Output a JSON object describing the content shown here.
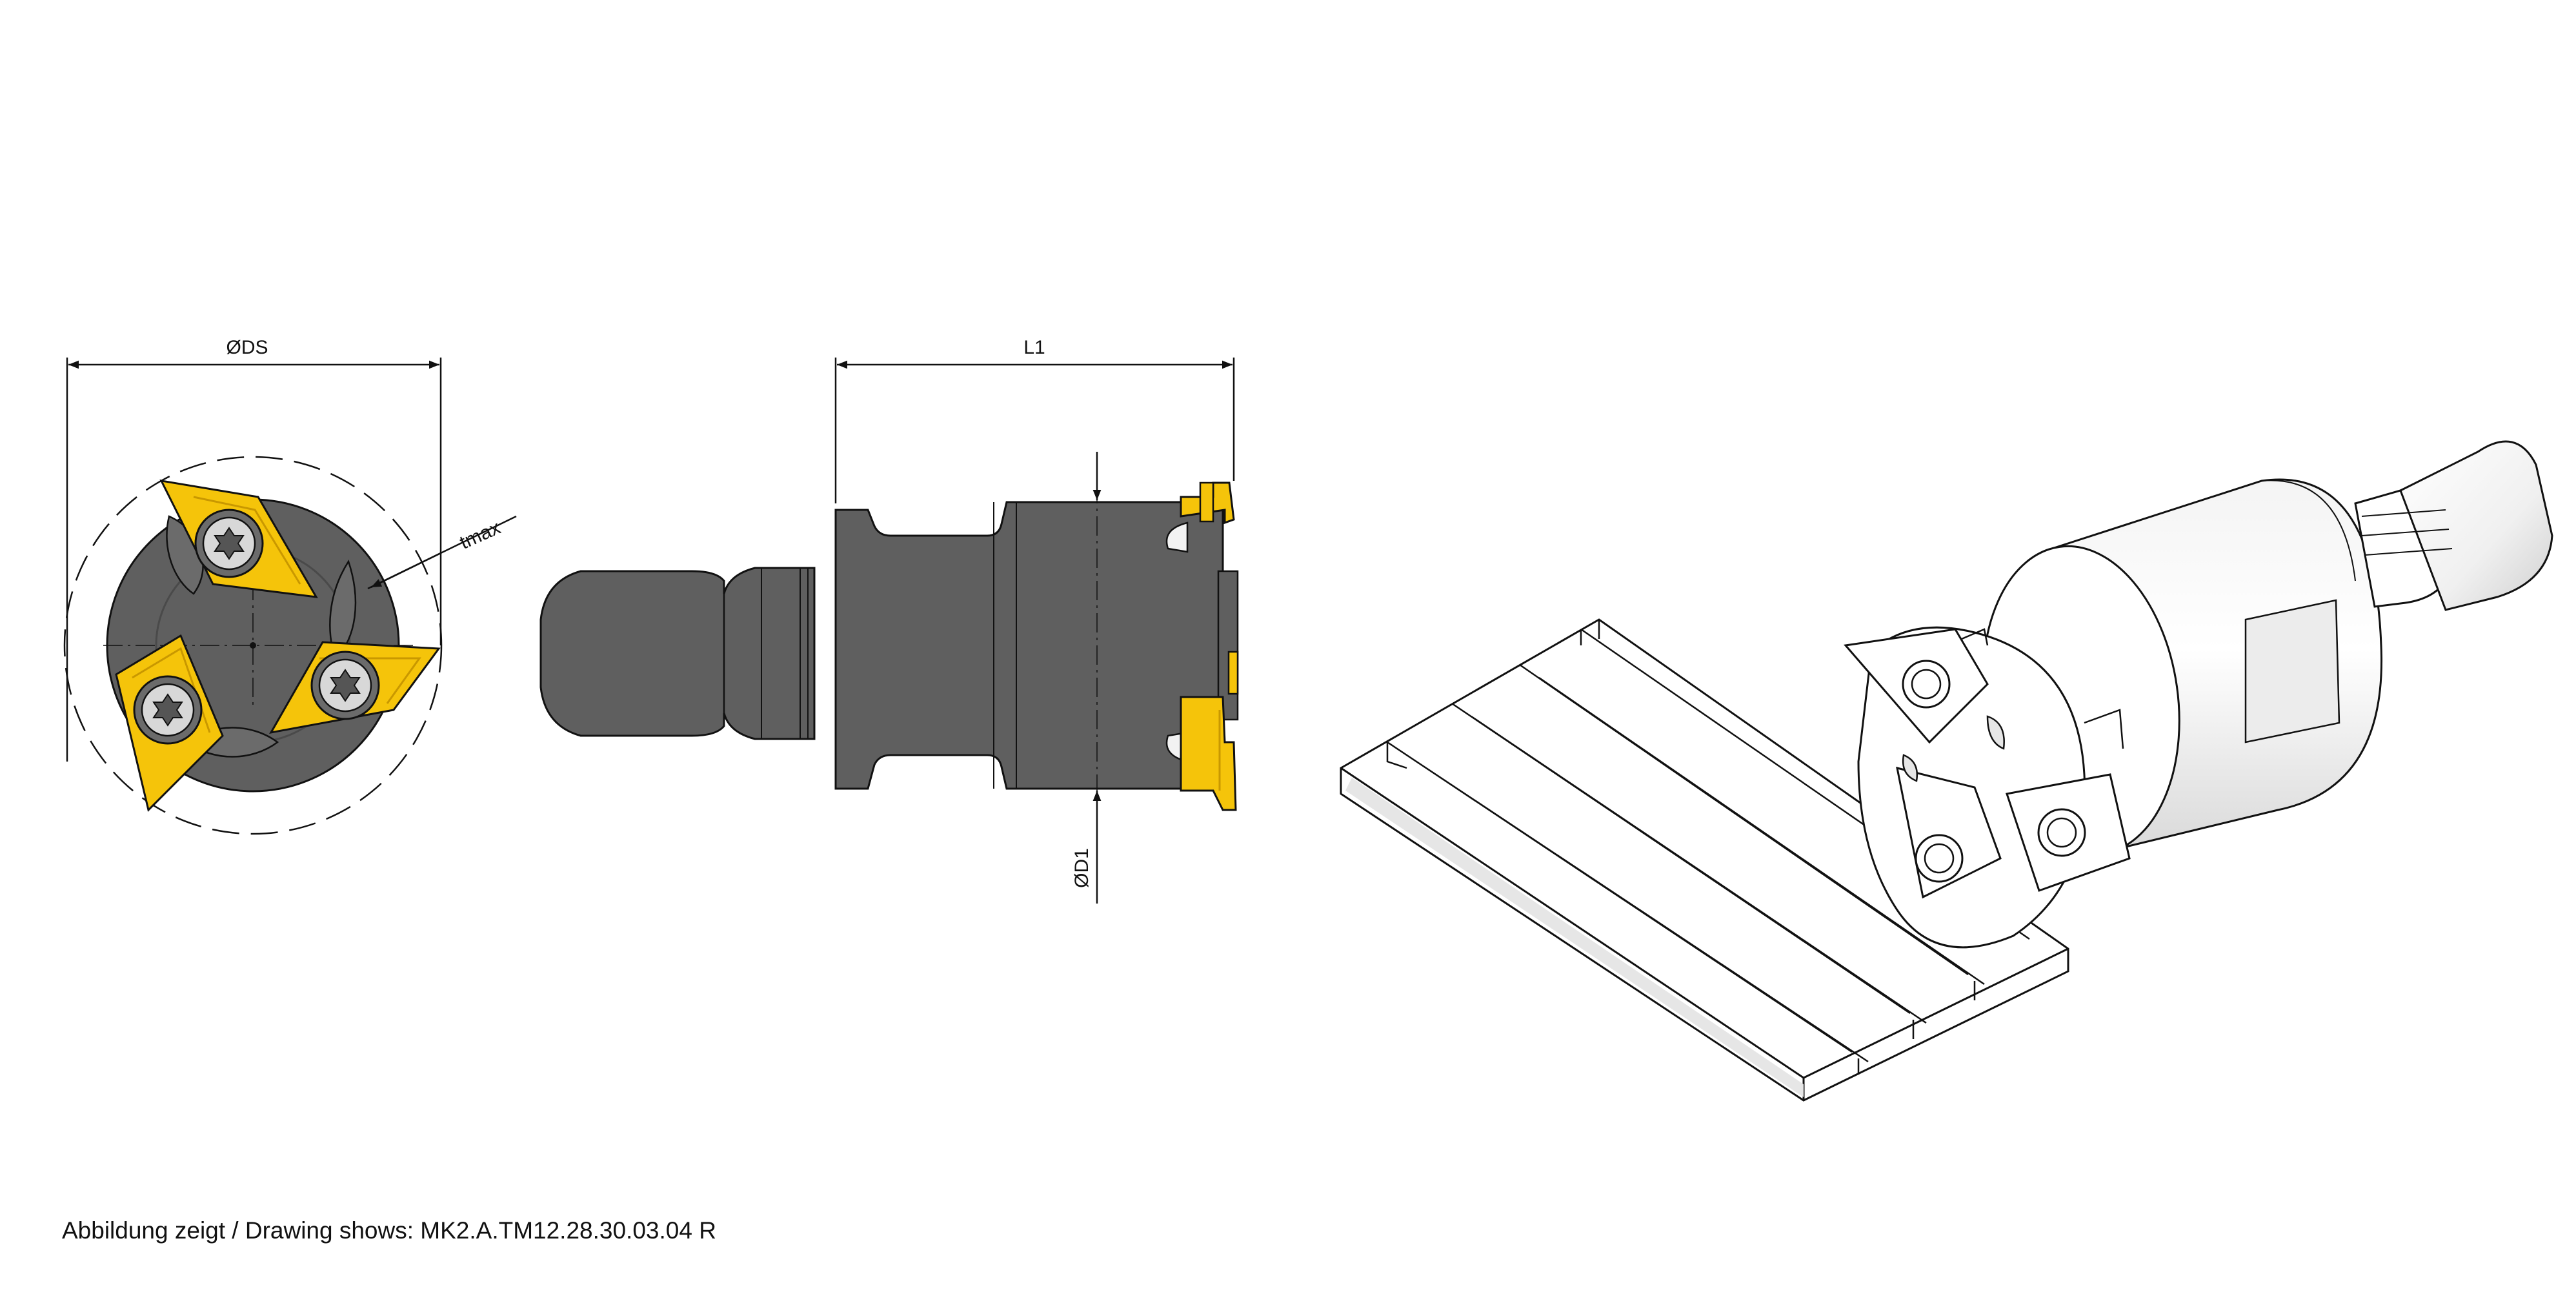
{
  "dimensions": {
    "ds_label": "ØDS",
    "tmax_label": "tmax",
    "l1_label": "L1",
    "d1_label": "ØD1"
  },
  "caption": "Abbildung zeigt / Drawing shows: MK2.A.TM12.28.30.03.04 R",
  "colors": {
    "body": "#5f5f5f",
    "body_dark": "#4a4a4a",
    "insert": "#f5c40a",
    "insert_dark": "#c99800",
    "line": "#111111",
    "iso_fill": "#ffffff",
    "iso_shade": "#e6e6e6"
  },
  "views": [
    {
      "name": "front-view"
    },
    {
      "name": "side-view"
    },
    {
      "name": "isometric-view"
    }
  ]
}
